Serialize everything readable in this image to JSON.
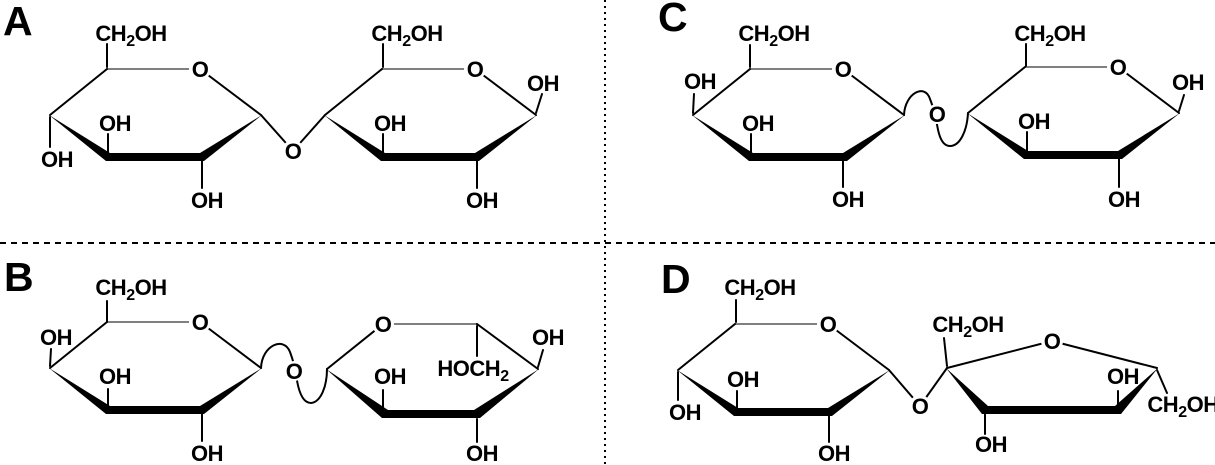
{
  "figure": {
    "background": "#ffffff",
    "ink": "#000000",
    "gray_bond_color": "#808080"
  },
  "labels": {
    "hydroxyl": "OH",
    "hydroxymethyl": "CH₂OH",
    "hydroxymethyl_reversed": "HOCH₂",
    "oxygen": "O"
  },
  "panels": {
    "a": {
      "letter": "A"
    },
    "b": {
      "letter": "B"
    },
    "c": {
      "letter": "C"
    },
    "d": {
      "letter": "D"
    }
  }
}
